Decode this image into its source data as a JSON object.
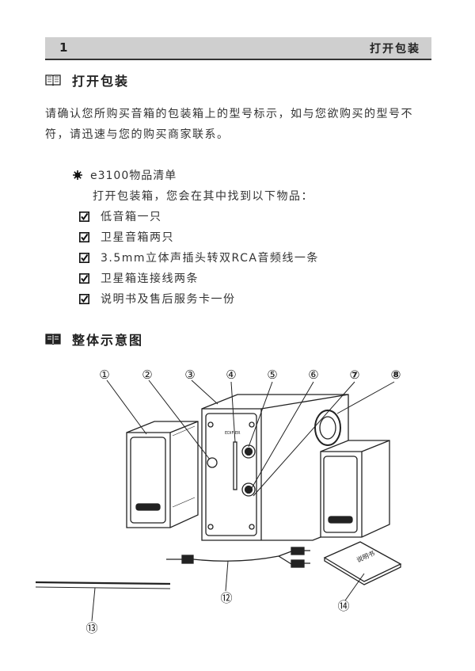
{
  "header": {
    "page_number": "1",
    "title": "打开包装"
  },
  "section1": {
    "title": "打开包装",
    "paragraph": "请确认您所购买音箱的包装箱上的型号标示，如与您欲购买的型号不符，请迅速与您的购买商家联系。",
    "list_title": "e3100物品清单",
    "intro": "打开包装箱，您会在其中找到以下物品：",
    "items": [
      "低音箱一只",
      "卫星音箱两只",
      "3.5mm立体声插头转双RCA音频线一条",
      "卫星箱连接线两条",
      "说明书及售后服务卡一份"
    ]
  },
  "section2": {
    "title": "整体示意图"
  },
  "diagram": {
    "callouts": [
      "①",
      "②",
      "③",
      "④",
      "⑤",
      "⑥",
      "⑦",
      "⑧",
      "⑫",
      "⑬",
      "⑭"
    ],
    "brand_text": "EDIFIER",
    "manual_text": "说明书"
  }
}
